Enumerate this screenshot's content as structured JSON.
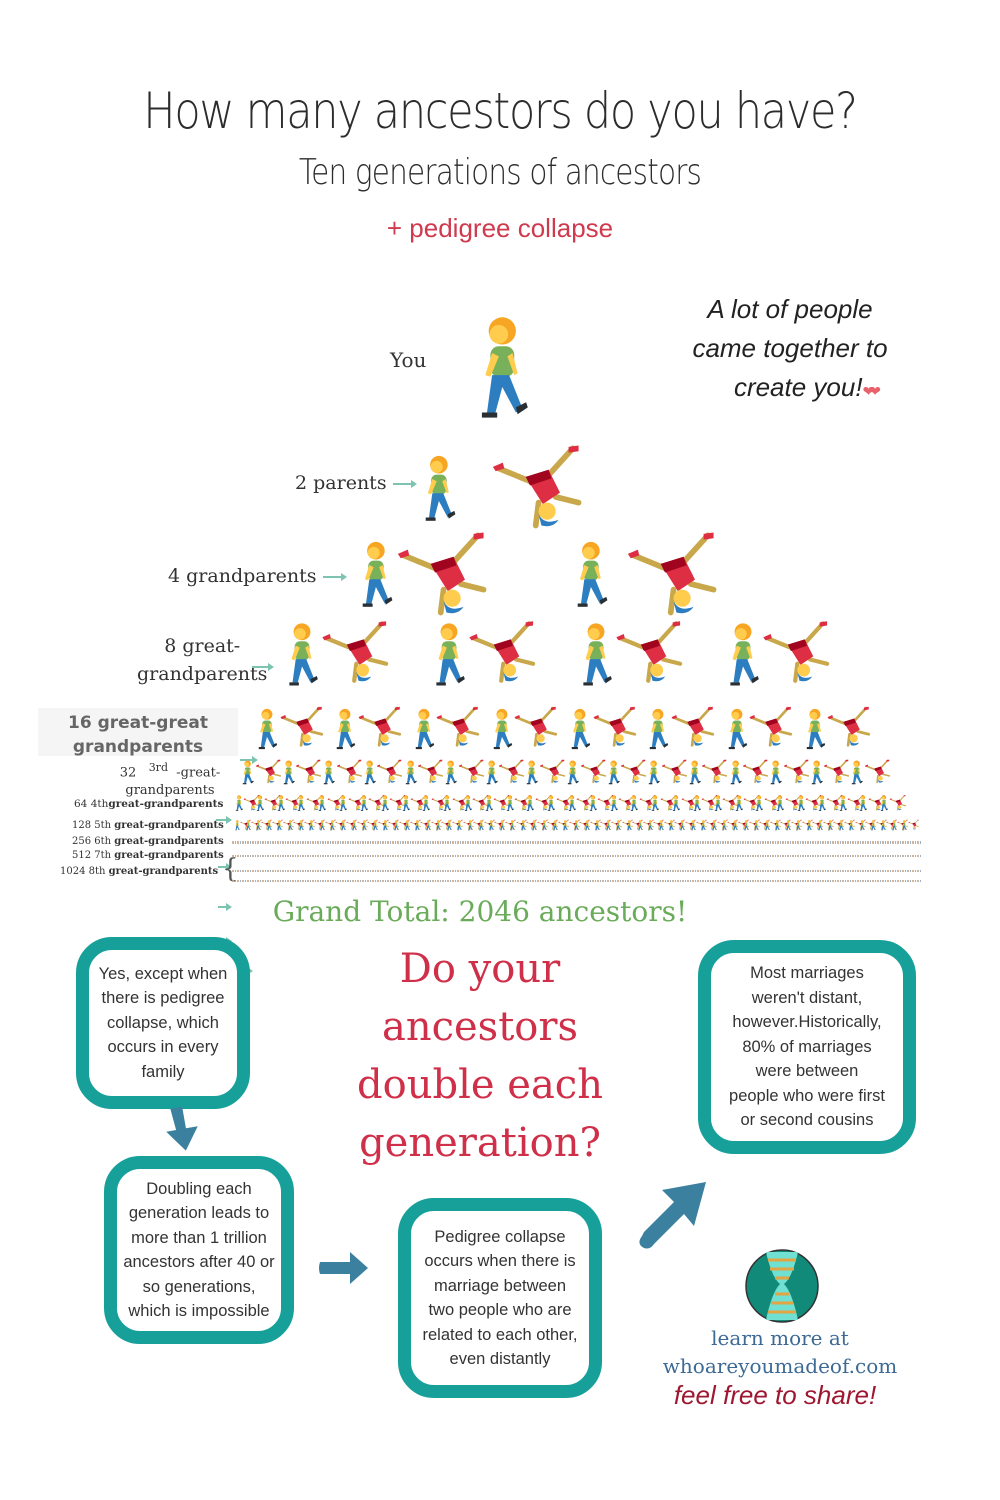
{
  "header": {
    "title": "How many ancestors do you have?",
    "subtitle": "Ten generations of ancestors",
    "tagline": "+ pedigree collapse"
  },
  "quote": {
    "line1": "A lot of people",
    "line2": "came together to",
    "line3": "create you!",
    "decoration": "hearts-icon"
  },
  "generations": [
    {
      "count": 1,
      "label": "You"
    },
    {
      "count": 2,
      "label": "2 parents"
    },
    {
      "count": 4,
      "label": "4 grandparents"
    },
    {
      "count": 8,
      "label_line1": "8 great-",
      "label_line2": "grandparents"
    },
    {
      "count": 16,
      "label_line1": "16 great-great",
      "label_line2": "grandparents"
    },
    {
      "count": 32,
      "num": "32",
      "ordinal": "3rd",
      "label_line1": "-great-",
      "label_line2": "grandparents"
    },
    {
      "count": 64,
      "num": "64",
      "ordinal": "4th",
      "label": "great-grandparents"
    },
    {
      "count": 128,
      "num": "128",
      "ordinal": "5th",
      "label": "great-grandparents"
    },
    {
      "count": 256,
      "num": "256",
      "ordinal": "6th",
      "label": "great-grandparents"
    },
    {
      "count": 512,
      "num": "512",
      "ordinal": "7th",
      "label": "great-grandparents"
    },
    {
      "count": 1024,
      "num": "1024",
      "ordinal": "8th",
      "label": "great-grandparents"
    }
  ],
  "grand_total": "Grand Total: 2046 ancestors!",
  "question": {
    "line1": "Do your",
    "line2": "ancestors",
    "line3": "double each",
    "line4": "generation?"
  },
  "boxes": {
    "yes_except": [
      "Yes, except when",
      "there is pedigree",
      "collapse, which",
      "occurs in every",
      "family"
    ],
    "doubling": [
      "Doubling each",
      "generation leads to",
      "more than 1 trillion",
      "ancestors after 40 or",
      "so generations,",
      "which is impossible"
    ],
    "pedigree_collapse": [
      "Pedigree collapse",
      "occurs when there is",
      "marriage between",
      "two people who are",
      "related to each other,",
      "even distantly"
    ],
    "most_marriages": [
      "Most marriages",
      "weren't distant,",
      "however.Historically,",
      "80% of marriages",
      "were  between",
      "people who were first",
      "or second cousins"
    ]
  },
  "footer": {
    "learn_more": "learn more at",
    "website": "whoareyoumadeof.com",
    "share": "feel free to share!"
  },
  "colors": {
    "teal_border": "#17a09a",
    "arrow_blue": "#3b819f",
    "accent_red": "#cf2f48",
    "total_green": "#6aab5a",
    "link_blue": "#3d6a94"
  }
}
